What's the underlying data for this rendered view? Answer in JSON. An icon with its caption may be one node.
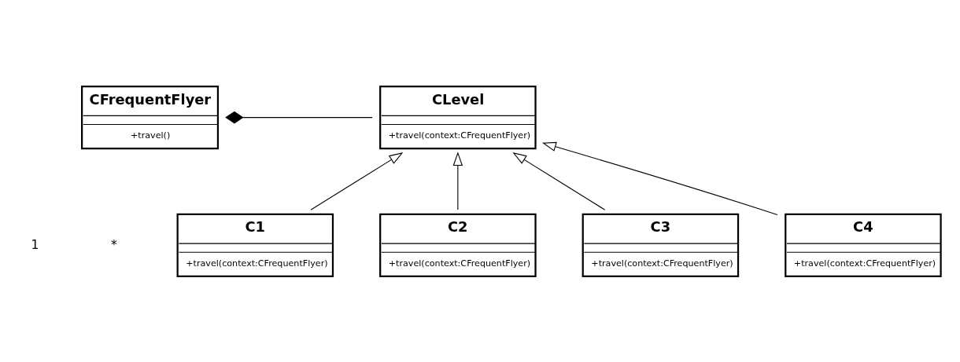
{
  "diagram": {
    "nodes": [
      {
        "text": [
          "CFrequentFlyer",
          "+travel()"
        ]
      },
      {
        "text": [
          "CLevel",
          "+travel(context:CFrequentFlyer)"
        ]
      },
      {
        "text": [
          "C1",
          "+travel(context:CFrequentFlyer)"
        ]
      },
      {
        "text": [
          "C2",
          "+travel(context:CFrequentFlyer)"
        ]
      },
      {
        "text": [
          "C3",
          "+travel(context:CFrequentFlyer)"
        ]
      },
      {
        "text": [
          "C4",
          "+travel(context:CFrequentFlyer)"
        ]
      }
    ],
    "edges": [
      {
        "from": 0,
        "to": 1,
        "arrow": "other"
      },
      {
        "from": 2,
        "to": 1,
        "arrow": "to"
      },
      {
        "from": 3,
        "to": 1,
        "arrow": "to"
      },
      {
        "from": 4,
        "to": 1,
        "arrow": "to"
      },
      {
        "from": 5,
        "to": 1,
        "arrow": "to"
      }
    ],
    "labels": [
      "1",
      "*"
    ]
  }
}
